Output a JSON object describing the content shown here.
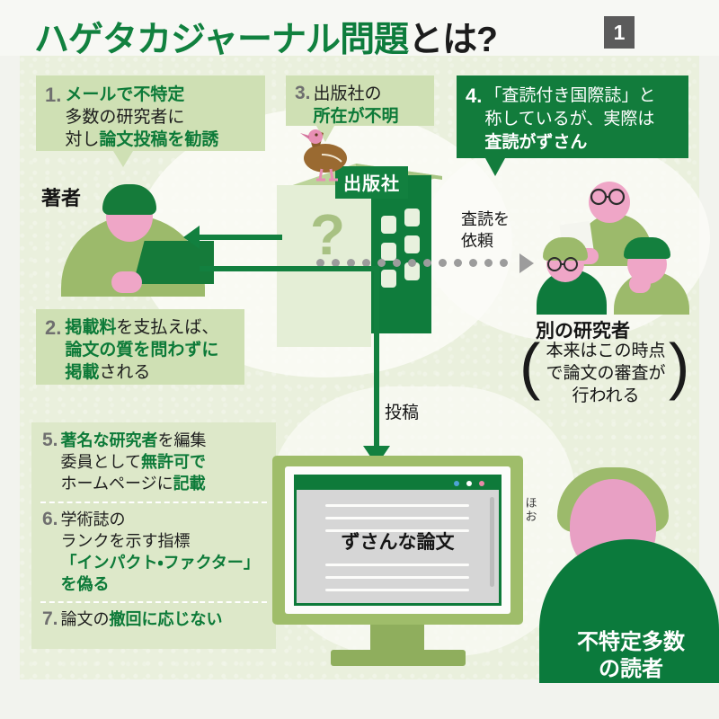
{
  "header": {
    "title_part1": "ハゲタカジャーナル",
    "title_part2": "問題",
    "title_part3": "とは?",
    "badge": "1"
  },
  "boxes": [
    {
      "num": "1.",
      "lines": [
        [
          {
            "t": "メールで不特定",
            "s": "g"
          }
        ],
        [
          {
            "t": "多数の研究者に",
            "s": "n"
          }
        ],
        [
          {
            "t": "対し",
            "s": "n"
          },
          {
            "t": "論文投稿を勧誘",
            "s": "g"
          }
        ]
      ]
    },
    {
      "num": "2.",
      "lines": [
        [
          {
            "t": "掲載料",
            "s": "g"
          },
          {
            "t": "を支払えば、",
            "s": "n"
          }
        ],
        [
          {
            "t": "論文の質を問わずに",
            "s": "g"
          }
        ],
        [
          {
            "t": "掲載",
            "s": "g"
          },
          {
            "t": "される",
            "s": "n"
          }
        ]
      ]
    },
    {
      "num": "3.",
      "lines": [
        [
          {
            "t": "出版社の",
            "s": "n"
          }
        ],
        [
          {
            "t": "所在が不明",
            "s": "g"
          }
        ]
      ]
    },
    {
      "num": "4.",
      "lines": [
        [
          {
            "t": "「査読付き国際誌」と",
            "s": "w"
          }
        ],
        [
          {
            "t": "称しているが、実際は",
            "s": "w"
          }
        ],
        [
          {
            "t": "査読がずさん",
            "s": "wb"
          }
        ]
      ]
    },
    {
      "num": "5.",
      "lines": [
        [
          {
            "t": "著名な研究者",
            "s": "g"
          },
          {
            "t": "を編集",
            "s": "n"
          }
        ],
        [
          {
            "t": "委員として",
            "s": "n"
          },
          {
            "t": "無許可で",
            "s": "g"
          }
        ],
        [
          {
            "t": "ホームページに",
            "s": "n"
          },
          {
            "t": "記載",
            "s": "g"
          }
        ]
      ]
    },
    {
      "num": "6.",
      "lines": [
        [
          {
            "t": "学術誌の",
            "s": "n"
          }
        ],
        [
          {
            "t": "ランクを示す指標",
            "s": "n"
          }
        ],
        [
          {
            "t": "「インパクト・ファクター」",
            "s": "g"
          }
        ],
        [
          {
            "t": "を偽る",
            "s": "g"
          }
        ]
      ]
    },
    {
      "num": "7.",
      "lines": [
        [
          {
            "t": "論文の",
            "s": "n"
          },
          {
            "t": "撤回に応じない",
            "s": "g"
          }
        ]
      ]
    }
  ],
  "labels": {
    "author": "著者",
    "publisher": "出版社",
    "question_mark": "?",
    "review_request": "査読を\n依頼",
    "other_researchers": "別の研究者",
    "other_researchers_note": "本来はこの時点\nで論文の審査が\n行われる",
    "paren_left": "(",
    "paren_right": ")",
    "submission": "投稿",
    "paper_on_screen": "ずさんな論文",
    "readers": "不特定多数\nの読者",
    "hoo": "ほお"
  },
  "colors": {
    "brand_green": "#0f8040",
    "dark_green": "#127c3c",
    "light_box": "#cfe0b4",
    "pale_box": "#dde8c9",
    "background": "#eaf0dd",
    "badge_grey": "#5b5b5b",
    "pink": "#efa6c7",
    "olive": "#9cba6b",
    "dot_red": "#e88aa8",
    "dot_white": "#ffffff",
    "dot_olive": "#b9cc86"
  },
  "browser_dots": [
    "#4fa3d6",
    "#ffffff",
    "#e88aa8"
  ]
}
